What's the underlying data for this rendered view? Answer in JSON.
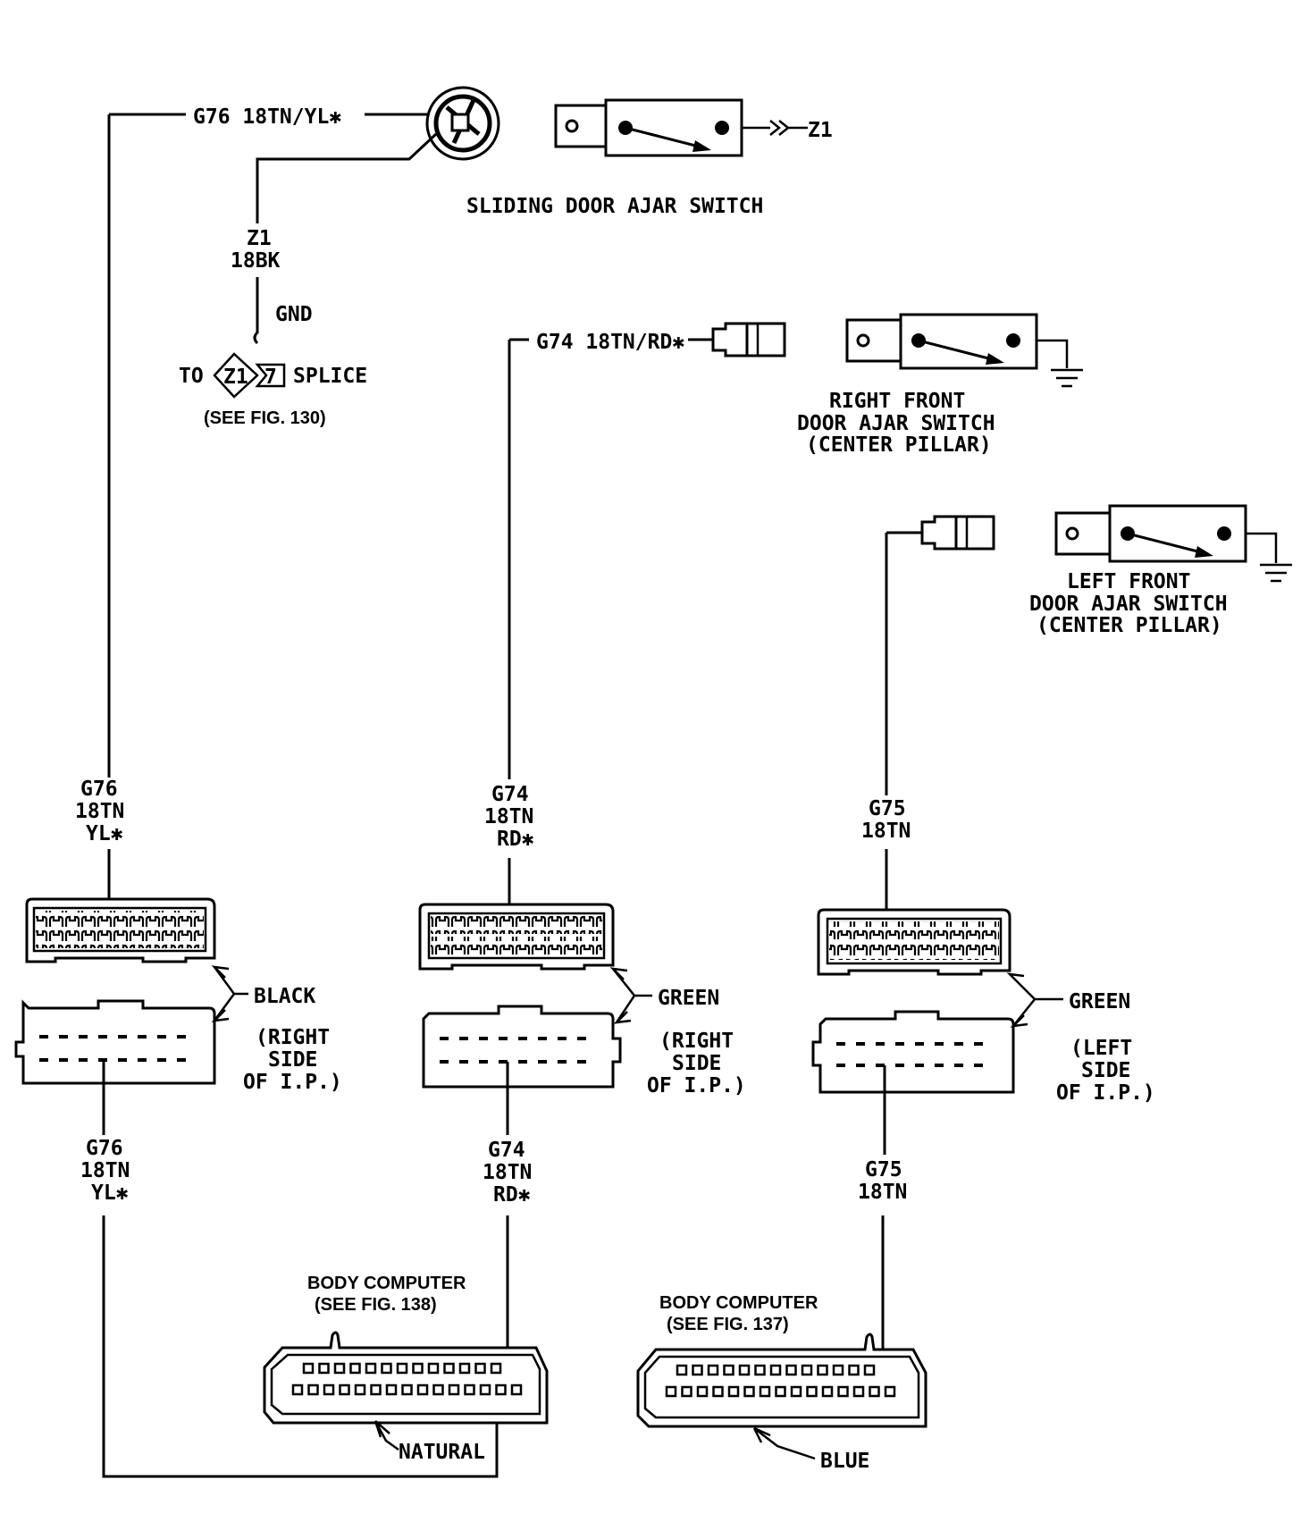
{
  "sliding_switch": {
    "wire_label": "G76 18TN/YL✱",
    "out_label": "Z1",
    "title": "SLIDING DOOR AJAR SWITCH",
    "gnd_wire_l1": "Z1",
    "gnd_wire_l2": "18BK",
    "gnd_label": "GND",
    "splice_to": "TO",
    "splice_code": "Z1",
    "splice_num": "7",
    "splice_word": "SPLICE",
    "splice_ref": "(SEE FIG. 130)"
  },
  "right_front_switch": {
    "wire_label": "G74 18TN/RD✱",
    "title_l1": "RIGHT FRONT",
    "title_l2": "DOOR AJAR SWITCH",
    "title_l3": "(CENTER PILLAR)"
  },
  "left_front_switch": {
    "title_l1": "LEFT FRONT",
    "title_l2": "DOOR AJAR SWITCH",
    "title_l3": "(CENTER PILLAR)"
  },
  "connector_left": {
    "upper_l1": "G76",
    "upper_l2": "18TN",
    "upper_l3": "YL✱",
    "color": "BLACK",
    "side_l1": "(RIGHT",
    "side_l2": "SIDE",
    "side_l3": "OF I.P.)",
    "lower_l1": "G76",
    "lower_l2": "18TN",
    "lower_l3": "YL✱"
  },
  "connector_mid": {
    "upper_l1": "G74",
    "upper_l2": "18TN",
    "upper_l3": "RD✱",
    "color": "GREEN",
    "side_l1": "(RIGHT",
    "side_l2": "SIDE",
    "side_l3": "OF I.P.)",
    "lower_l1": "G74",
    "lower_l2": "18TN",
    "lower_l3": "RD✱"
  },
  "connector_right": {
    "upper_l1": "G75",
    "upper_l2": "18TN",
    "color": "GREEN",
    "side_l1": "(LEFT",
    "side_l2": "SIDE",
    "side_l3": "OF I.P.)",
    "lower_l1": "G75",
    "lower_l2": "18TN"
  },
  "body_computer_left": {
    "title": "BODY COMPUTER",
    "ref": "(SEE FIG. 138)",
    "color": "NATURAL"
  },
  "body_computer_right": {
    "title": "BODY COMPUTER",
    "ref": "(SEE FIG. 137)",
    "color": "BLUE"
  }
}
